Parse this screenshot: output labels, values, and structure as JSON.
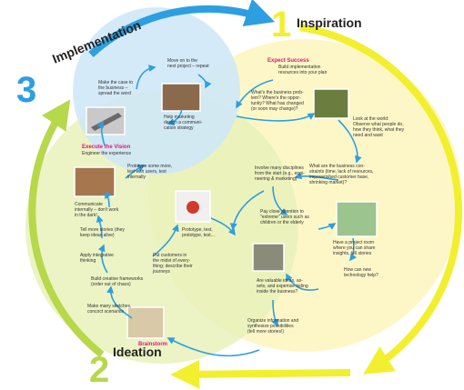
{
  "colors": {
    "inspiration": "#f2ef2e",
    "ideation": "#b7d84a",
    "implementation": "#2d9fe0",
    "inspiration_fill": "#fdf7c4",
    "ideation_fill": "#e9f1ba",
    "implementation_fill": "#cfe8f7",
    "arrow": "#2d9fe0",
    "heading": "#e0157a"
  },
  "phases": {
    "inspiration": {
      "number": "1",
      "label": "Inspiration"
    },
    "ideation": {
      "number": "2",
      "label": "Ideation"
    },
    "implementation": {
      "number": "3",
      "label": "Implementation"
    }
  },
  "headings": {
    "expect_success": "Expect Success",
    "execute_vision": "Execute the Vision",
    "brainstorm": "Brainstorm"
  },
  "subheadings": {
    "engineer_experience": "Engineer the experience"
  },
  "nodes": {
    "build_implementation": [
      "Build implementation",
      "resources into your plan"
    ],
    "move_on": [
      "Move on to the",
      "next project – repeat"
    ],
    "make_case": [
      "Make the case to",
      "the business –",
      "spread the word"
    ],
    "help_marketing": [
      "Help marketing",
      "design a communi-",
      "cation strategy"
    ],
    "business_problem": [
      "What's the business prob-",
      "lem? Where's the oppor-",
      "tunity? What has changed",
      "(or soon may change)?"
    ],
    "look_world": [
      "Look at the world:",
      "Observe what people do,",
      "how they think, what they",
      "need and want"
    ],
    "constraints": [
      "What are the business con-",
      "straints (time, lack of resources,",
      "impoverished customer base,",
      "shrinking market)?"
    ],
    "involve_disciplines": [
      "Involve many disciplines",
      "from the start (e.g., engi-",
      "neering & marketing)"
    ],
    "prototype_more": [
      "Prototype some more,",
      "test with users, test",
      "internally"
    ],
    "communicate": [
      "Communicate",
      "internally – don't work",
      "in the dark!"
    ],
    "prototype_test": [
      "Prototype, test,",
      "prototype, test..."
    ],
    "pay_attention": [
      "Pay close attention to",
      "\"extreme\" users such as",
      "children or the elderly"
    ],
    "tell_stories": [
      "Tell more stories (they",
      "keep ideas alive)"
    ],
    "project_room": [
      "Have a project room",
      "where you can share",
      "insights, tell stories"
    ],
    "integrative": [
      "Apply integrative",
      "thinking"
    ],
    "put_customers": [
      "Put customers in",
      "the midst of every-",
      "thing; describe their",
      "journeys"
    ],
    "new_technology": [
      "How can new",
      "technology help?"
    ],
    "frameworks": [
      "Build creative frameworks",
      "(order out of chaos)"
    ],
    "valuable_ideas": [
      "Are valuable ideas, as-",
      "sets, and expertise hiding",
      "inside the business?"
    ],
    "sketches": [
      "Make many sketches,",
      "concoct scenarios"
    ],
    "organize": [
      "Organize information and",
      "synthesize possibilities",
      "(tell more stories!)"
    ]
  }
}
